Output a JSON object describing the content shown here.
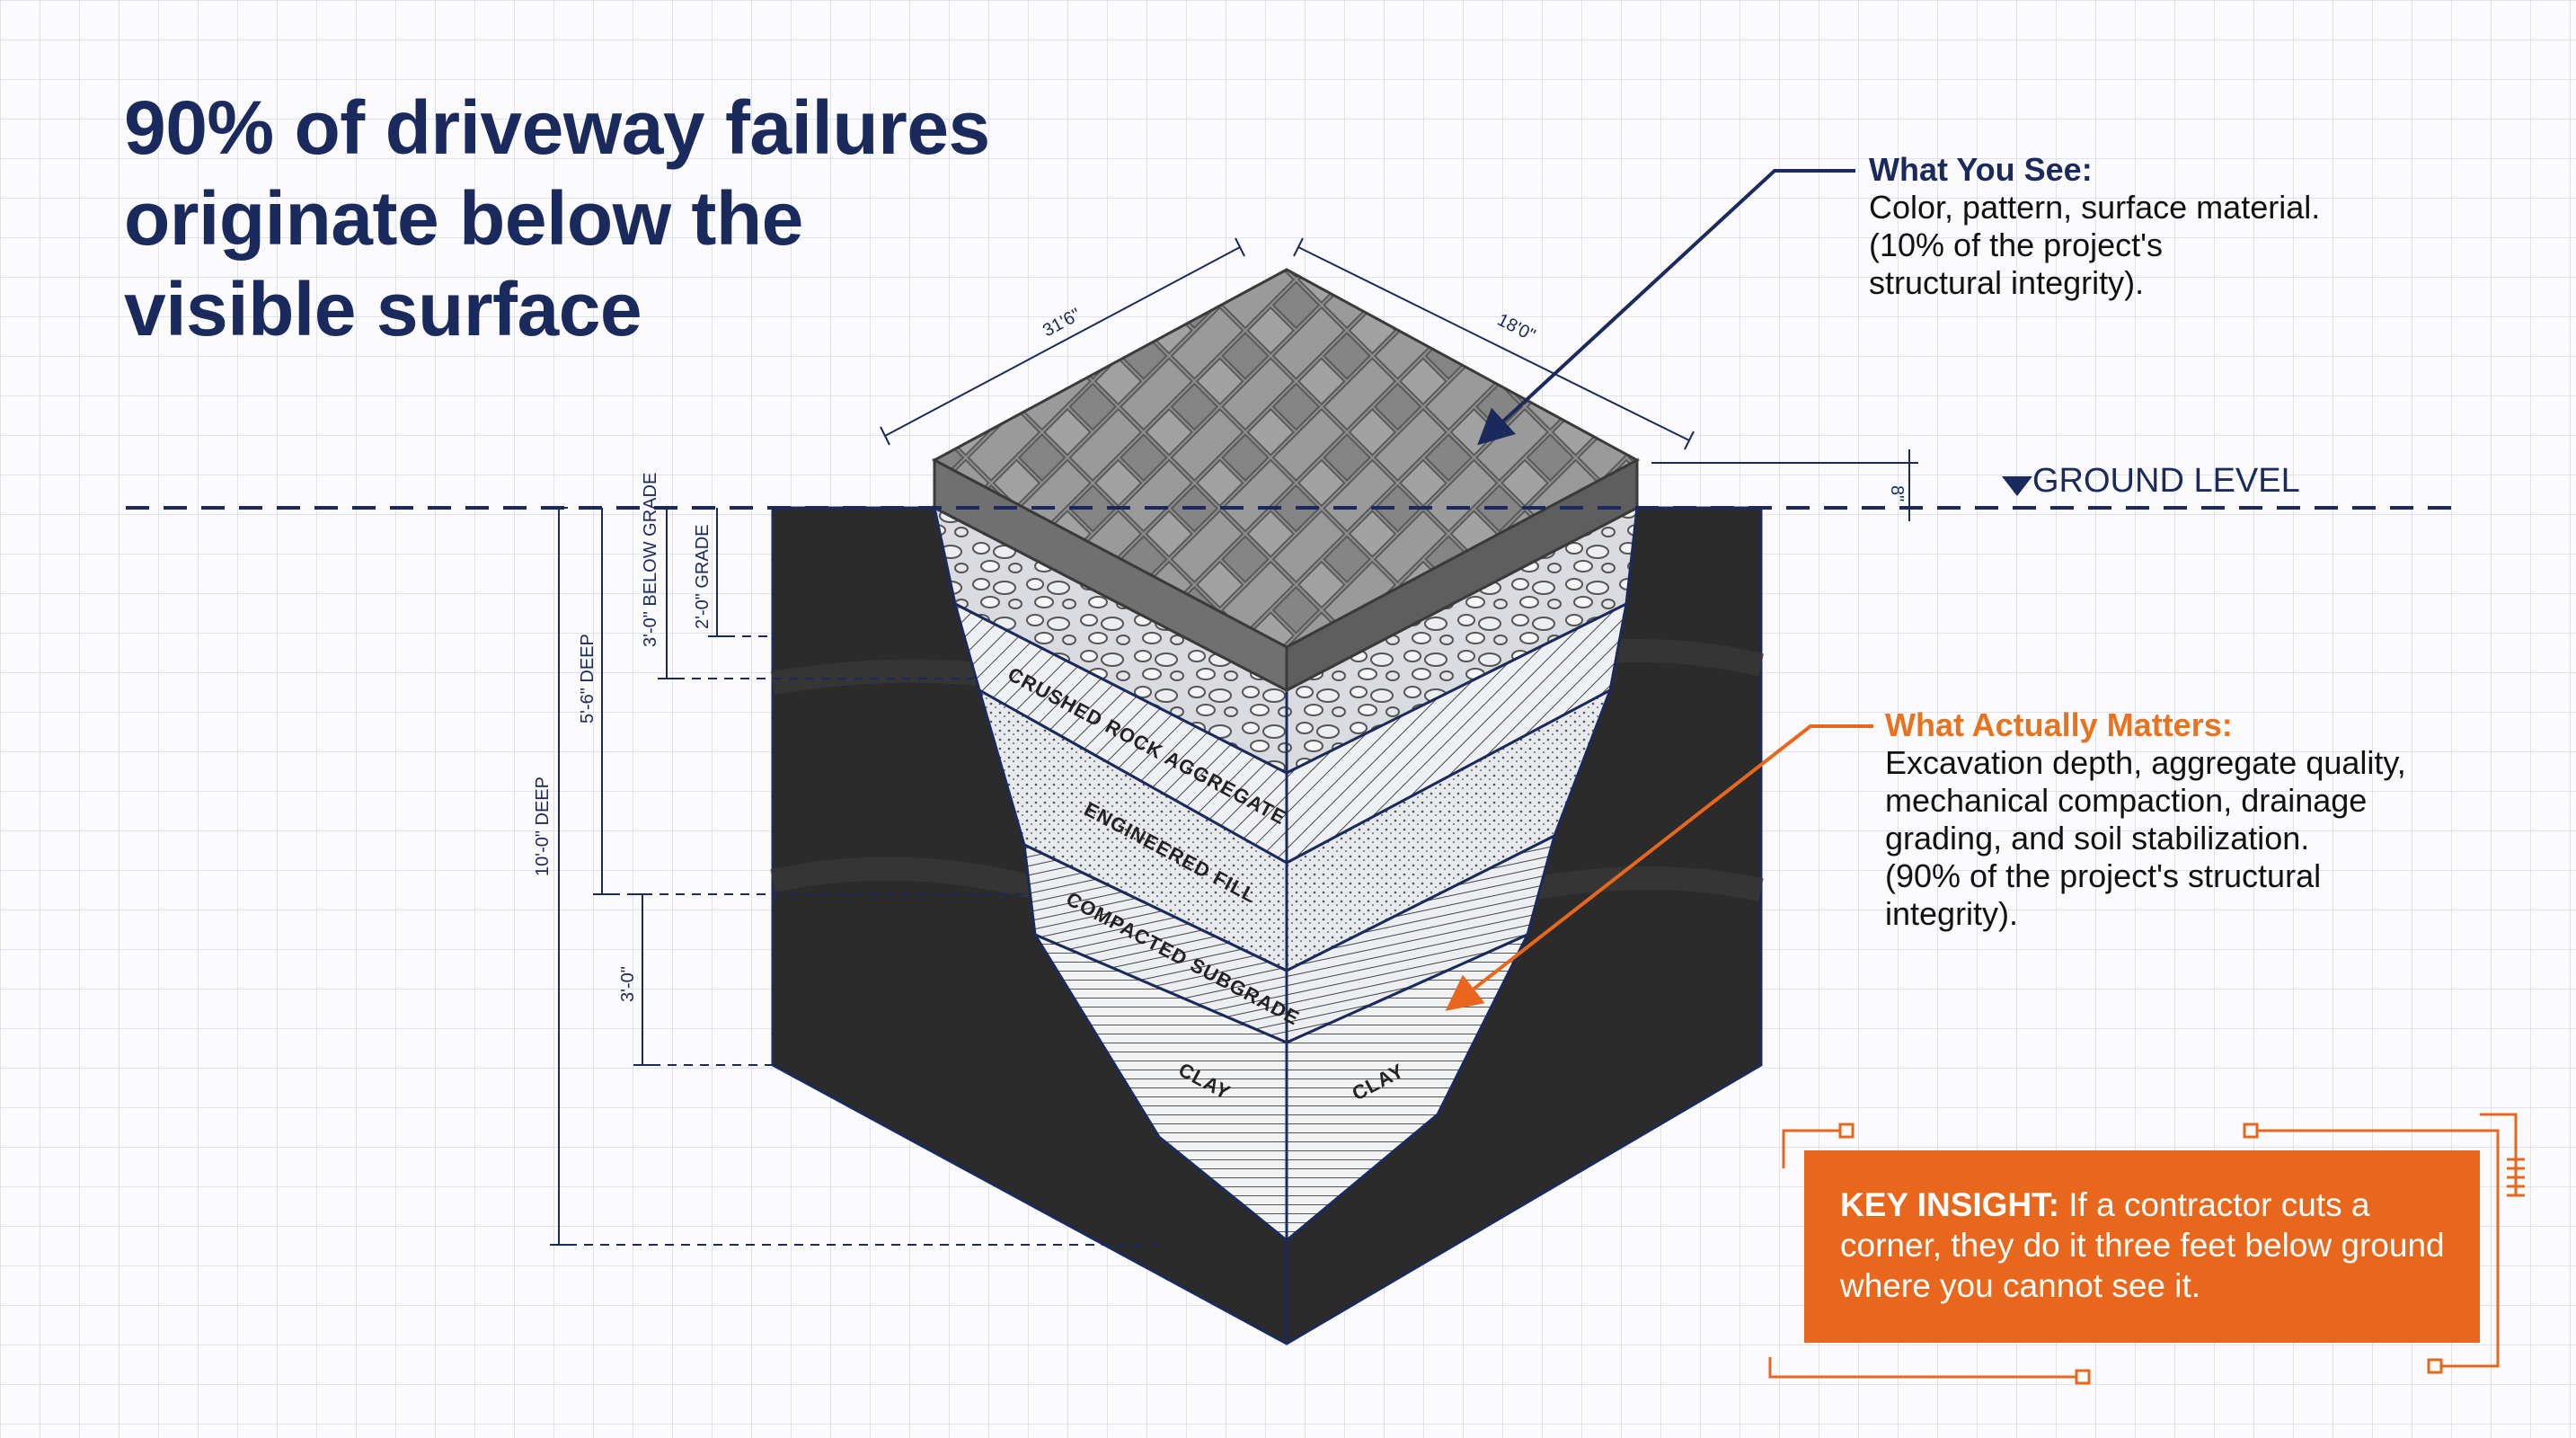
{
  "headline": [
    "90% of driveway failures",
    "originate below the",
    "visible surface"
  ],
  "what_you_see": {
    "title": "What You See:",
    "lines": [
      "Color, pattern, surface material.",
      "(10% of the project's",
      "structural integrity)."
    ]
  },
  "what_matters": {
    "title": "What Actually Matters:",
    "lines": [
      "Excavation depth, aggregate quality,",
      "mechanical compaction, drainage",
      "grading, and soil stabilization.",
      "(90% of the project's structural",
      "integrity)."
    ]
  },
  "ground_level": "GROUND LEVEL",
  "key_insight": {
    "label": "KEY INSIGHT:",
    "line1": "If a contractor cuts a",
    "line2": "corner, they do it three feet below ground",
    "line3": "where you cannot see it."
  },
  "layers": [
    "CRUSHED ROCK AGGREGATE",
    "ENGINEERED FILL",
    "COMPACTED SUBGRADE",
    "CLAY",
    "CLAY"
  ],
  "dimensions": {
    "length": "31'6\"",
    "width": "18'0\"",
    "above_grade": "8\"",
    "below_grade_a": "3'-0\" BELOW GRADE",
    "below_grade_b": "2'-0\" GRADE",
    "depth_mid": "5'-6\" DEEP",
    "depth_total": "10'-0\" DEEP",
    "lower": "3'-0\""
  },
  "colors": {
    "navy": "#1b2a5c",
    "orange": "#e8671c",
    "soil": "#2b2b2b",
    "paver": "#8a8a8a"
  }
}
